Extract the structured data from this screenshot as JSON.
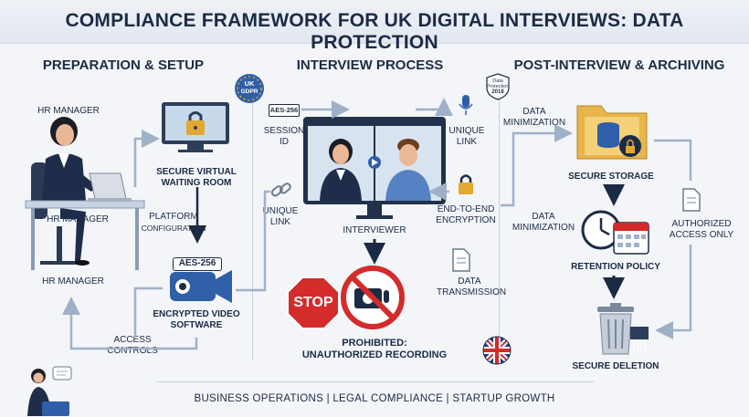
{
  "title": "COMPLIANCE FRAMEWORK FOR UK DIGITAL INTERVIEWS: DATA PROTECTION",
  "sections": {
    "prep": "PREPARATION & SETUP",
    "interview": "INTERVIEW PROCESS",
    "post": "POST-INTERVIEW & ARCHIVING"
  },
  "prep": {
    "hr_manager_1": "HR MANAGER",
    "hr_manager_2": "HR MANAGER",
    "hr_manager_3": "HR MANAGER",
    "waiting_room_1": "SECURE VIRTUAL",
    "waiting_room_2": "WAITING ROOM",
    "platform_1": "PLATFORM",
    "platform_2": "CONFIGURATION",
    "aes_badge": "AES-256",
    "video_1": "ENCRYPTED VIDEO",
    "video_2": "SOFTWARE",
    "access_1": "ACCESS",
    "access_2": "CONTROLS"
  },
  "interview": {
    "gdpr_1": "UK",
    "gdpr_2": "GDPR",
    "session_badge": "AES-256",
    "session_1": "SESSION",
    "session_2": "ID",
    "unique_link_a_1": "UNIQUE",
    "unique_link_a_2": "LINK",
    "unique_link_b_1": "UNIQUE",
    "unique_link_b_2": "LINK",
    "e2e_1": "END-TO-END",
    "e2e_2": "ENCRYPTION",
    "interviewer": "INTERVIEWER",
    "data_trans_1": "DATA",
    "data_trans_2": "TRANSMISSION",
    "stop": "STOP",
    "prohibited_1": "PROHIBITED:",
    "prohibited_2": "UNAUTHORIZED RECORDING"
  },
  "post": {
    "dpa_1": "Data",
    "dpa_2": "Protection",
    "dpa_3": "2018",
    "min_a_1": "DATA",
    "min_a_2": "MINIMIZATION",
    "min_b_1": "DATA",
    "min_b_2": "MINIMIZATION",
    "storage": "SECURE STORAGE",
    "retention": "RETENTION POLICY",
    "auth_1": "AUTHORIZED",
    "auth_2": "ACCESS ONLY",
    "deletion": "SECURE DELETION"
  },
  "footer": "BUSINESS OPERATIONS | LEGAL COMPLIANCE | STARTUP GROWTH",
  "colors": {
    "navy": "#1c2b45",
    "blue": "#2f5fa8",
    "red": "#d42b2b",
    "gold": "#e2a832",
    "flow": "#9fb1c8"
  }
}
